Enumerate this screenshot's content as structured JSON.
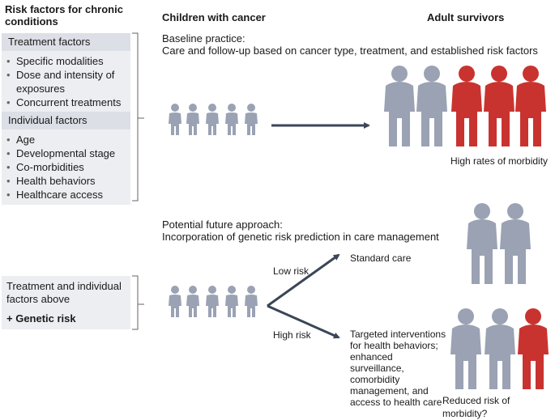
{
  "headers": {
    "left": "Risk factors for chronic conditions",
    "children": "Children with cancer",
    "adults": "Adult survivors"
  },
  "treatment_box": {
    "title": "Treatment factors",
    "items": [
      "Specific modalities",
      "Dose and intensity of exposures",
      "Concurrent treatments"
    ]
  },
  "individual_box": {
    "title": "Individual factors",
    "items": [
      "Age",
      "Developmental stage",
      "Co-morbidities",
      "Health behaviors",
      "Healthcare access"
    ]
  },
  "lower_box": {
    "line1": "Treatment and individual factors above",
    "line2": "+ Genetic risk"
  },
  "baseline": {
    "title": "Baseline practice:",
    "subtitle": "Care and follow-up based on cancer type, treatment, and established risk factors",
    "outcome": "High rates of morbidity"
  },
  "future": {
    "title": "Potential future approach:",
    "subtitle": "Incorporation of genetic risk prediction in care management",
    "low_risk": "Low risk",
    "high_risk": "High risk",
    "standard_care": "Standard care",
    "targeted": "Targeted interventions for health behaviors; enhanced surveillance, comorbidity management, and access to health care",
    "outcome": "Reduced risk of morbidity?"
  },
  "colors": {
    "gray": "#9aa2b4",
    "red": "#c9332f",
    "arrow": "#3b4657",
    "box": "#e4e7ec"
  }
}
